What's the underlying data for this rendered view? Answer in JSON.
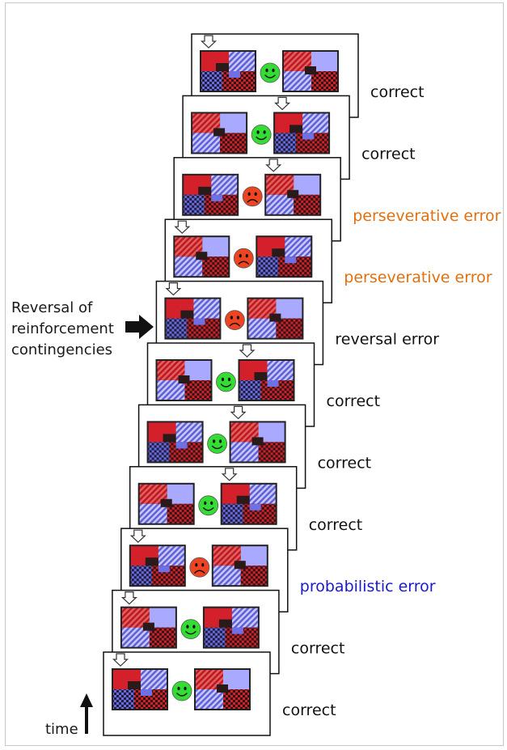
{
  "trials": [
    {
      "outcome": "correct",
      "label": "correct",
      "label_color": "#111111",
      "arrow_on": "left"
    },
    {
      "outcome": "correct",
      "label": "correct",
      "label_color": "#111111",
      "arrow_on": "left"
    },
    {
      "outcome": "error",
      "label": "probabilistic error",
      "label_color": "#1a1acc",
      "arrow_on": "left"
    },
    {
      "outcome": "correct",
      "label": "correct",
      "label_color": "#111111",
      "arrow_on": "right"
    },
    {
      "outcome": "correct",
      "label": "correct",
      "label_color": "#111111",
      "arrow_on": "right"
    },
    {
      "outcome": "correct",
      "label": "correct",
      "label_color": "#111111",
      "arrow_on": "right"
    },
    {
      "outcome": "error",
      "label": "reversal error",
      "label_color": "#111111",
      "arrow_on": "left"
    },
    {
      "outcome": "error",
      "label": "perseverative error",
      "label_color": "#e07010",
      "arrow_on": "left"
    },
    {
      "outcome": "error",
      "label": "perseverative error",
      "label_color": "#e07010",
      "arrow_on": "right"
    },
    {
      "outcome": "correct",
      "label": "correct",
      "label_color": "#111111",
      "arrow_on": "right"
    },
    {
      "outcome": "correct",
      "label": "correct",
      "label_color": "#111111",
      "arrow_on": "left"
    }
  ],
  "reversal_note": [
    "Reversal of",
    "reinforcement",
    "contingencies"
  ],
  "time_label": "time",
  "colors": {
    "happy_face": "#33dd33",
    "sad_face": "#ee4422",
    "stim_red": "#d4202a",
    "stim_blue": "#6f6fe6",
    "stim_lavender": "#a9a9ff",
    "stim_dark": "#2a1a1a",
    "stim_frame": "#222222"
  }
}
